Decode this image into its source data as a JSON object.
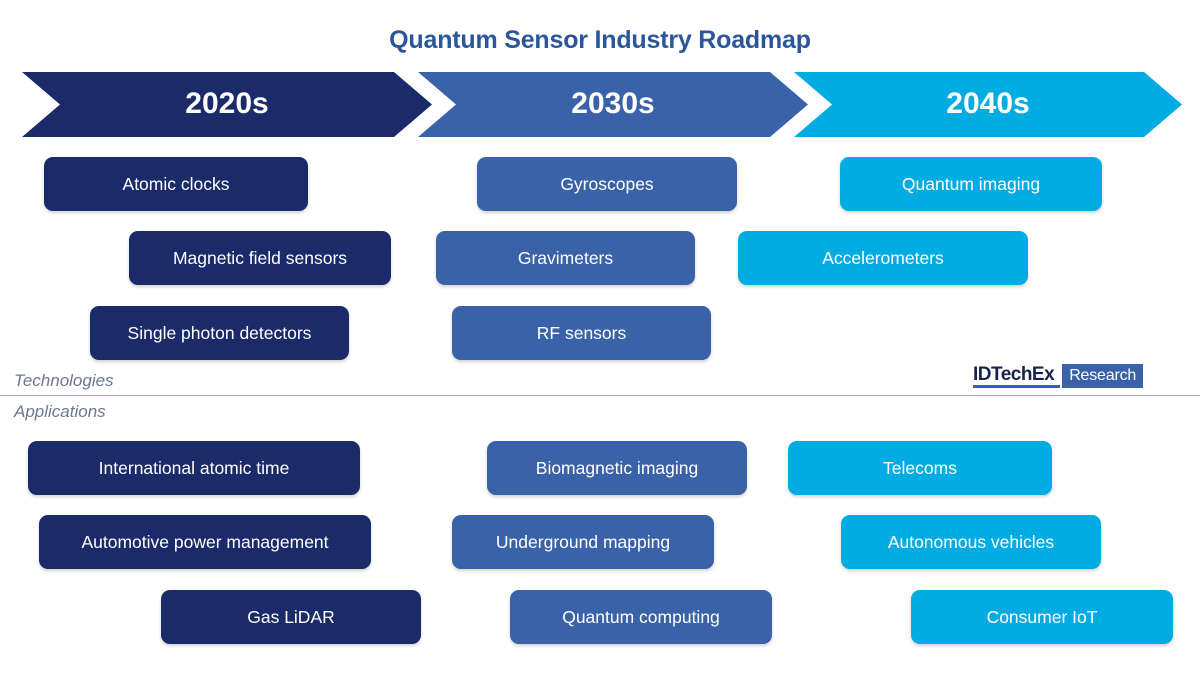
{
  "title": "Quantum Sensor Industry Roadmap",
  "colors": {
    "dark_navy": "#1B2A68",
    "mid_blue": "#3A62A8",
    "light_blue": "#00ACE2",
    "title_blue": "#2B579A",
    "label_gray": "#6D7792",
    "divider_gray": "#9AA3B8"
  },
  "timeline": {
    "eras": [
      {
        "label": "2020s",
        "color": "#1B2A68"
      },
      {
        "label": "2030s",
        "color": "#3A62A8"
      },
      {
        "label": "2040s",
        "color": "#00ACE2"
      }
    ]
  },
  "sections": {
    "technologies_label": "Technologies",
    "applications_label": "Applications"
  },
  "technologies": {
    "era_2020s": [
      {
        "label": "Atomic clocks"
      },
      {
        "label": "Magnetic field sensors"
      },
      {
        "label": "Single photon detectors"
      }
    ],
    "era_2030s": [
      {
        "label": "Gyroscopes"
      },
      {
        "label": "Gravimeters"
      },
      {
        "label": "RF sensors"
      }
    ],
    "era_2040s": [
      {
        "label": "Quantum imaging"
      },
      {
        "label": "Accelerometers"
      }
    ]
  },
  "applications": {
    "era_2020s": [
      {
        "label": "International atomic time"
      },
      {
        "label": "Automotive power management"
      },
      {
        "label": "Gas LiDAR"
      }
    ],
    "era_2030s": [
      {
        "label": "Biomagnetic imaging"
      },
      {
        "label": "Underground mapping"
      },
      {
        "label": "Quantum computing"
      }
    ],
    "era_2040s": [
      {
        "label": "Telecoms"
      },
      {
        "label": "Autonomous vehicles"
      },
      {
        "label": "Consumer IoT"
      }
    ]
  },
  "logo": {
    "brand": "IDTechEx",
    "tag": "Research"
  }
}
